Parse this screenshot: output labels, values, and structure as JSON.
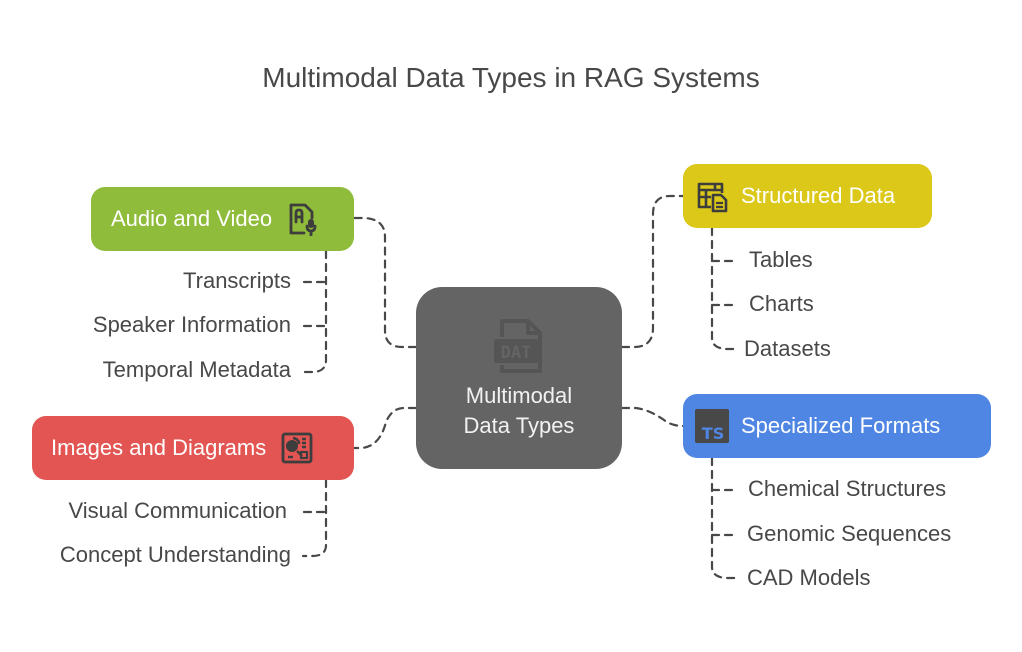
{
  "title": "Multimodal Data Types in RAG Systems",
  "center": {
    "label_line1": "Multimodal",
    "label_line2": "Data Types",
    "icon": "dat-file-icon"
  },
  "branches": {
    "audio": {
      "label": "Audio and Video",
      "icon": "audio-file-mic-icon",
      "color": "#8fbc3a",
      "children": [
        "Transcripts",
        "Speaker Information",
        "Temporal Metadata"
      ]
    },
    "images": {
      "label": "Images and Diagrams",
      "icon": "image-diagram-icon",
      "color": "#e25552",
      "children": [
        "Visual Communication",
        "Concept Understanding"
      ]
    },
    "structured": {
      "label": "Structured Data",
      "icon": "table-document-icon",
      "color": "#dcc819",
      "children": [
        "Tables",
        "Charts",
        "Datasets"
      ]
    },
    "specialized": {
      "label": "Specialized Formats",
      "icon": "ts-badge-icon",
      "color": "#4f86e3",
      "children": [
        "Chemical Structures",
        "Genomic Sequences",
        "CAD Models"
      ]
    }
  },
  "colors": {
    "center": "#646464",
    "text": "#484848",
    "connector": "#484848"
  }
}
